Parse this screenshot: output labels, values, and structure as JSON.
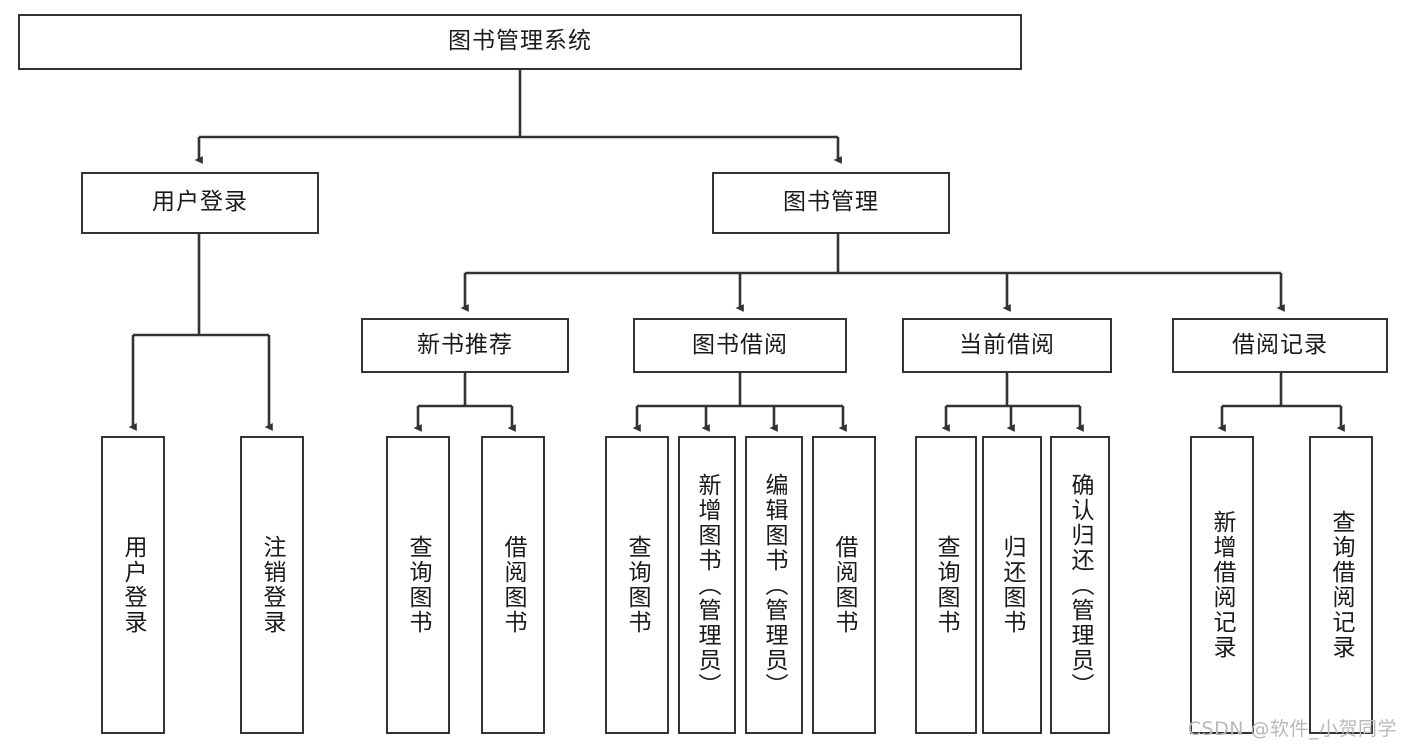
{
  "diagram": {
    "title": "图书管理系统",
    "type": "tree-hierarchy",
    "orientation": "top-down",
    "colors": {
      "background": "#ffffff",
      "border": "#333333",
      "text": "#1a1a1a",
      "connector": "#333333",
      "watermark": "#b9b9b9"
    },
    "root": {
      "label": "图书管理系统"
    },
    "level2": [
      {
        "label": "用户登录"
      },
      {
        "label": "图书管理"
      }
    ],
    "level3": [
      {
        "label": "新书推荐"
      },
      {
        "label": "图书借阅"
      },
      {
        "label": "当前借阅"
      },
      {
        "label": "借阅记录"
      }
    ],
    "leaves": {
      "user_login": [
        {
          "label": "用户登录"
        },
        {
          "label": "注销登录"
        }
      ],
      "new_book_recommend": [
        {
          "label": "查询图书"
        },
        {
          "label": "借阅图书"
        }
      ],
      "book_borrow": [
        {
          "label": "查询图书"
        },
        {
          "label": "新增图书（管理员）"
        },
        {
          "label": "编辑图书（管理员）"
        },
        {
          "label": "借阅图书"
        }
      ],
      "current_borrow": [
        {
          "label": "查询图书"
        },
        {
          "label": "归还图书"
        },
        {
          "label": "确认归还（管理员）"
        }
      ],
      "borrow_record": [
        {
          "label": "新增借阅记录"
        },
        {
          "label": "查询借阅记录"
        }
      ]
    }
  },
  "watermark": {
    "text": "CSDN @软件_小贺同学"
  }
}
